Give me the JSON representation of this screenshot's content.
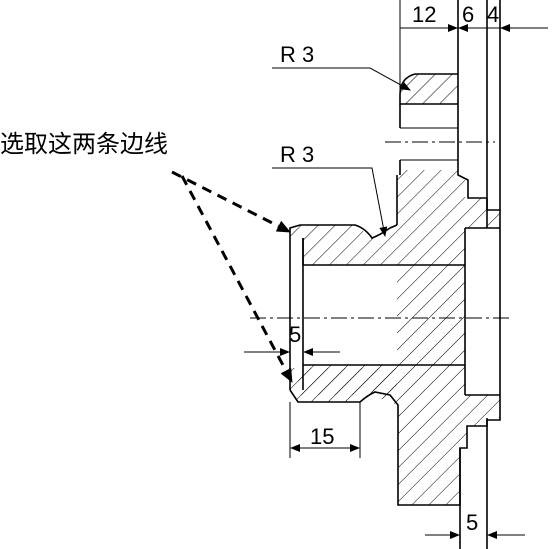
{
  "annotation": {
    "text": "选取这两条边线"
  },
  "dimensions": {
    "d12": "12",
    "d6": "6",
    "d4": "4",
    "r_top": "R 3",
    "r_hub": "R 3",
    "d5_bore": "5",
    "d15": "15",
    "d5_bottom": "5"
  }
}
